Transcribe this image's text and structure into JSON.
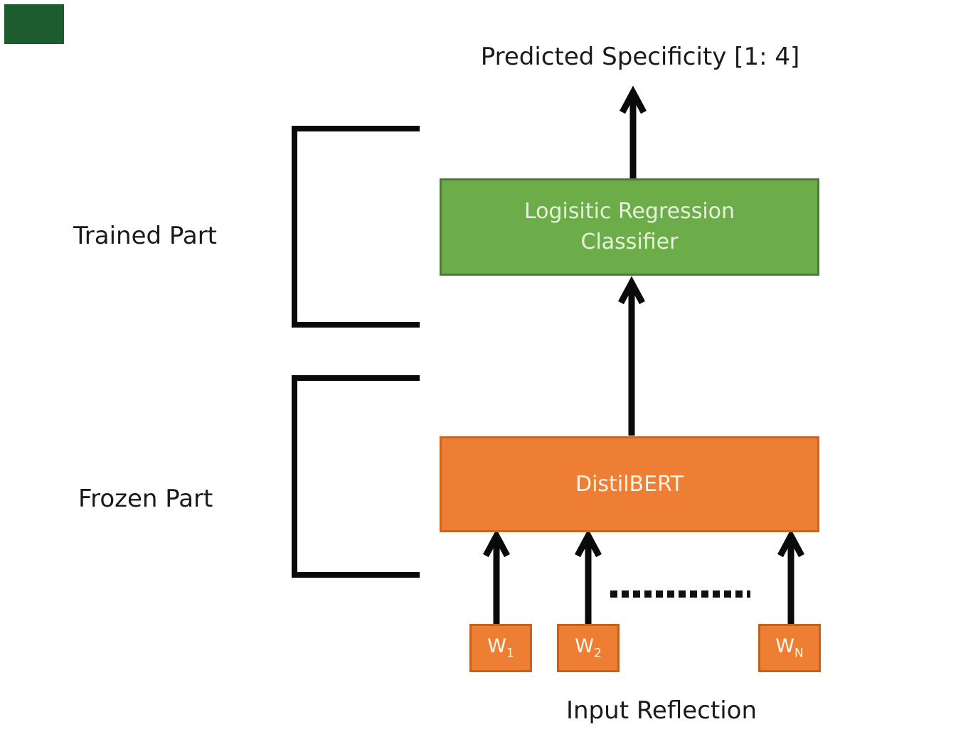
{
  "title": "Predicted Specificity [1: 4]",
  "annotations": {
    "trained": "Trained Part",
    "frozen": "Frozen Part",
    "input": "Input Reflection"
  },
  "nodes": {
    "classifier": {
      "line1": "Logisitic Regression",
      "line2": "Classifier"
    },
    "encoder": {
      "label": "DistilBERT"
    },
    "tokens": [
      {
        "base": "W",
        "sub": "1"
      },
      {
        "base": "W",
        "sub": "2"
      },
      {
        "base": "W",
        "sub": "N"
      }
    ]
  },
  "colors": {
    "classifier_fill": "#6cad4a",
    "classifier_border": "#4e7c36",
    "classifier_text": "#e4f2da",
    "encoder_fill": "#ee7e33",
    "encoder_border": "#c9661f",
    "encoder_text": "#fdf3e6",
    "token_fill": "#ee7e33",
    "token_border": "#c4611c",
    "arrow": "#0a0a0a",
    "text": "#1a1a1a",
    "corner_mark": "#1d5c2f"
  }
}
